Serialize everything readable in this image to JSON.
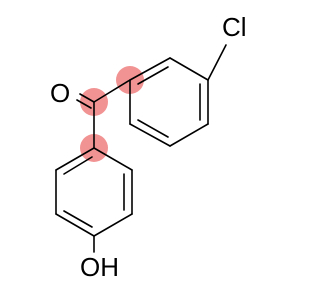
{
  "molecule": {
    "atoms": {
      "chlorine": "Cl",
      "oxygen": "O",
      "hydroxyl": "OH"
    },
    "colors": {
      "bond": "#000000",
      "label": "#000000",
      "highlight": "#f08080",
      "background": "#ffffff"
    }
  }
}
